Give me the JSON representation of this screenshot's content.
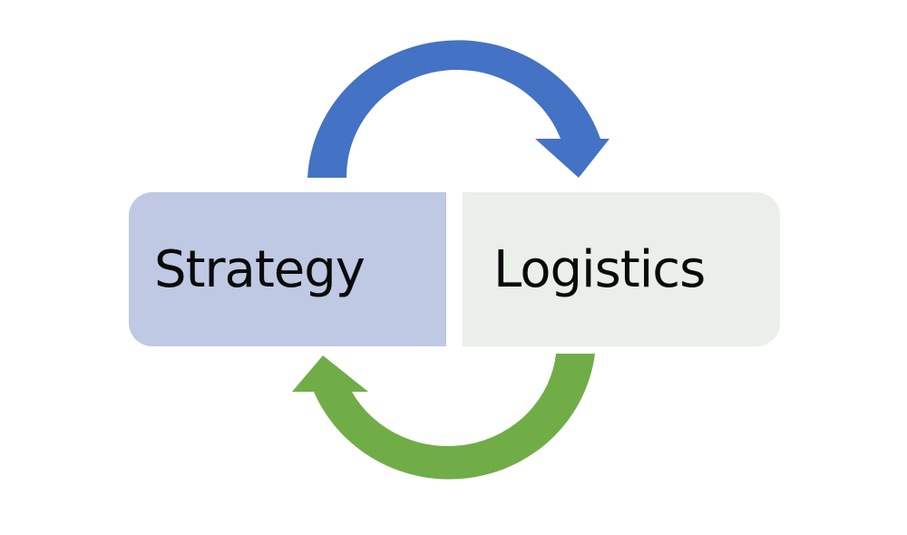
{
  "diagram": {
    "nodes": [
      {
        "id": "strategy",
        "label": "Strategy",
        "color": "#bfc9e3"
      },
      {
        "id": "logistics",
        "label": "Logistics",
        "color": "#ebefe9"
      }
    ],
    "edges": [
      {
        "from": "strategy",
        "to": "logistics",
        "direction": "clockwise-top",
        "color": "#4472c4"
      },
      {
        "from": "logistics",
        "to": "strategy",
        "direction": "clockwise-bottom",
        "color": "#70ad47"
      }
    ]
  }
}
